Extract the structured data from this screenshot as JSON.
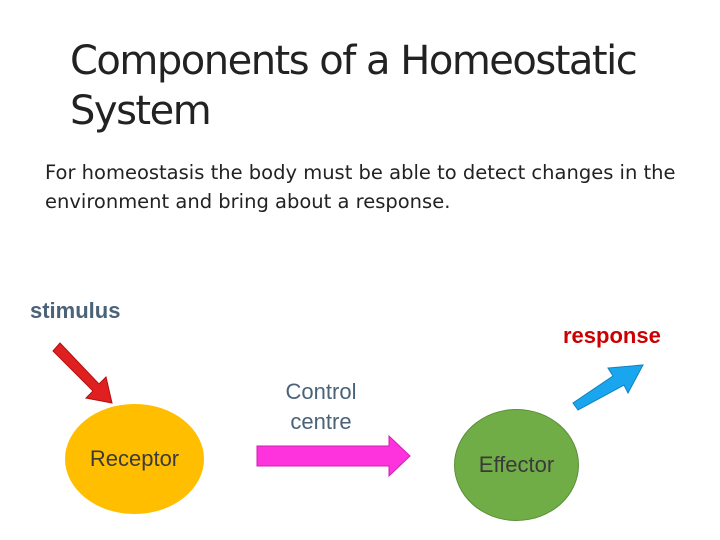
{
  "title": "Components of a Homeostatic System",
  "intro": "For homeostasis the body must be able to detect changes in the environment and bring about a response.",
  "diagram": {
    "stimulus": "stimulus",
    "response": "response",
    "control_centre": "Control centre",
    "receptor": "Receptor",
    "effector": "Effector"
  },
  "colors": {
    "receptor": "#ffbf00",
    "effector": "#70ad47",
    "stimulus_arrow": "#e02020",
    "control_arrow": "#ff33dd",
    "response_arrow": "#1aa6ee",
    "response_text": "#cc0000"
  }
}
